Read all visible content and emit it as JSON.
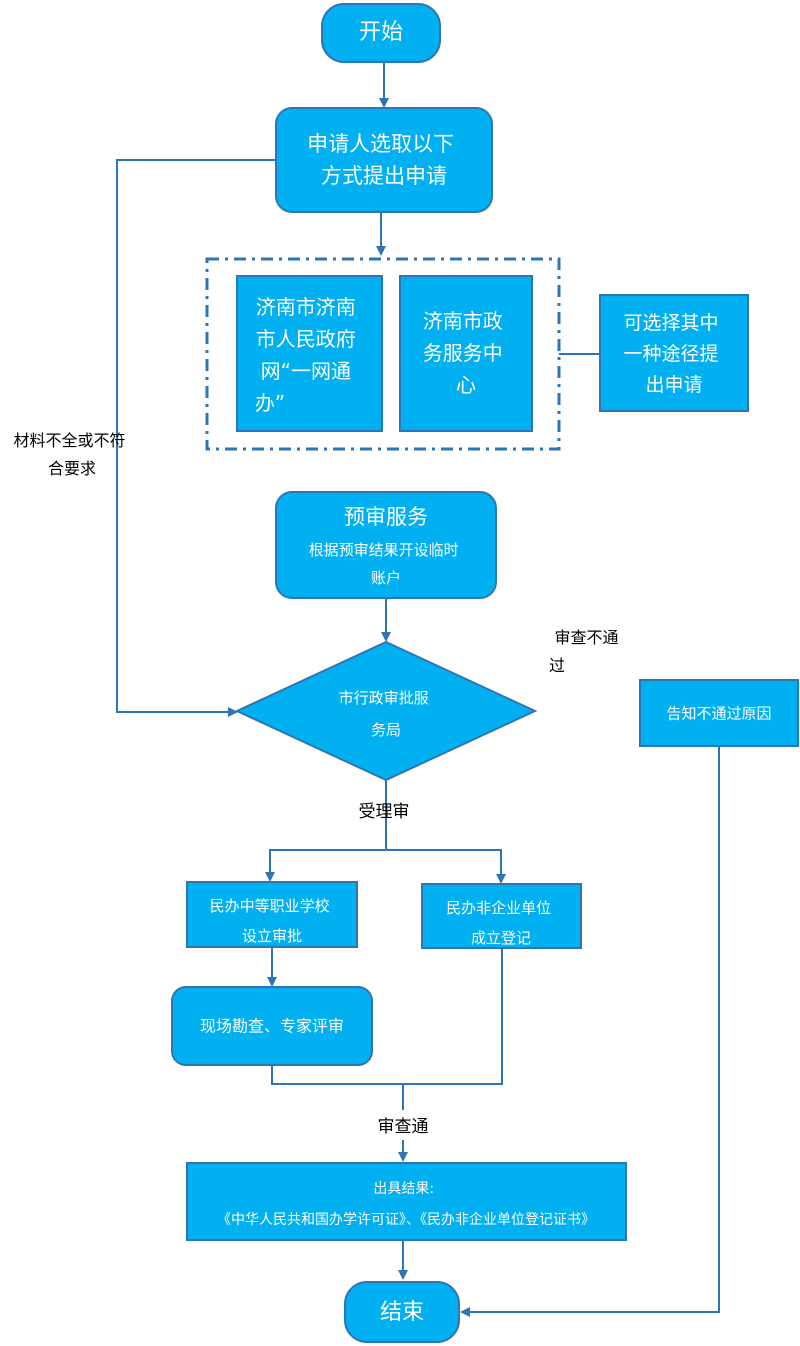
{
  "colors": {
    "node_fill": "#00b0f0",
    "node_stroke": "#2e75b6",
    "edge": "#2e75b6",
    "node_text": "#ffffff",
    "label_text": "#000000"
  },
  "nodes": {
    "start": "开始",
    "apply": [
      "申请人选取以下",
      "方式提出申请"
    ],
    "channel_online": [
      "济南市济南",
      "市人民政府",
      "网“一网通",
      "办”"
    ],
    "channel_center": [
      "济南市政",
      "务服务中",
      "心"
    ],
    "choose_note": [
      "可选择其中",
      "一种途径提",
      "出申请"
    ],
    "prereview": {
      "title": "预审服务",
      "sub": [
        "根据预审结果开设临时",
        "账户"
      ]
    },
    "bureau": [
      "市行政审批服",
      "务局"
    ],
    "school": [
      "民办中等职业学校",
      "设立审批"
    ],
    "nonprofit": [
      "民办非企业单位",
      "成立登记"
    ],
    "inspection": "现场勘查、专家评审",
    "result": [
      "出具结果:",
      "《中华人民共和国办学许可证》、《民办非企业单位登记证书》"
    ],
    "notify": "告知不通过原因",
    "end": "结束"
  },
  "labels": {
    "incomplete": [
      "材料不全或不符",
      "合要求"
    ],
    "fail": [
      "审查不通",
      "过"
    ],
    "accept": "受理审",
    "pass": "审查通"
  }
}
